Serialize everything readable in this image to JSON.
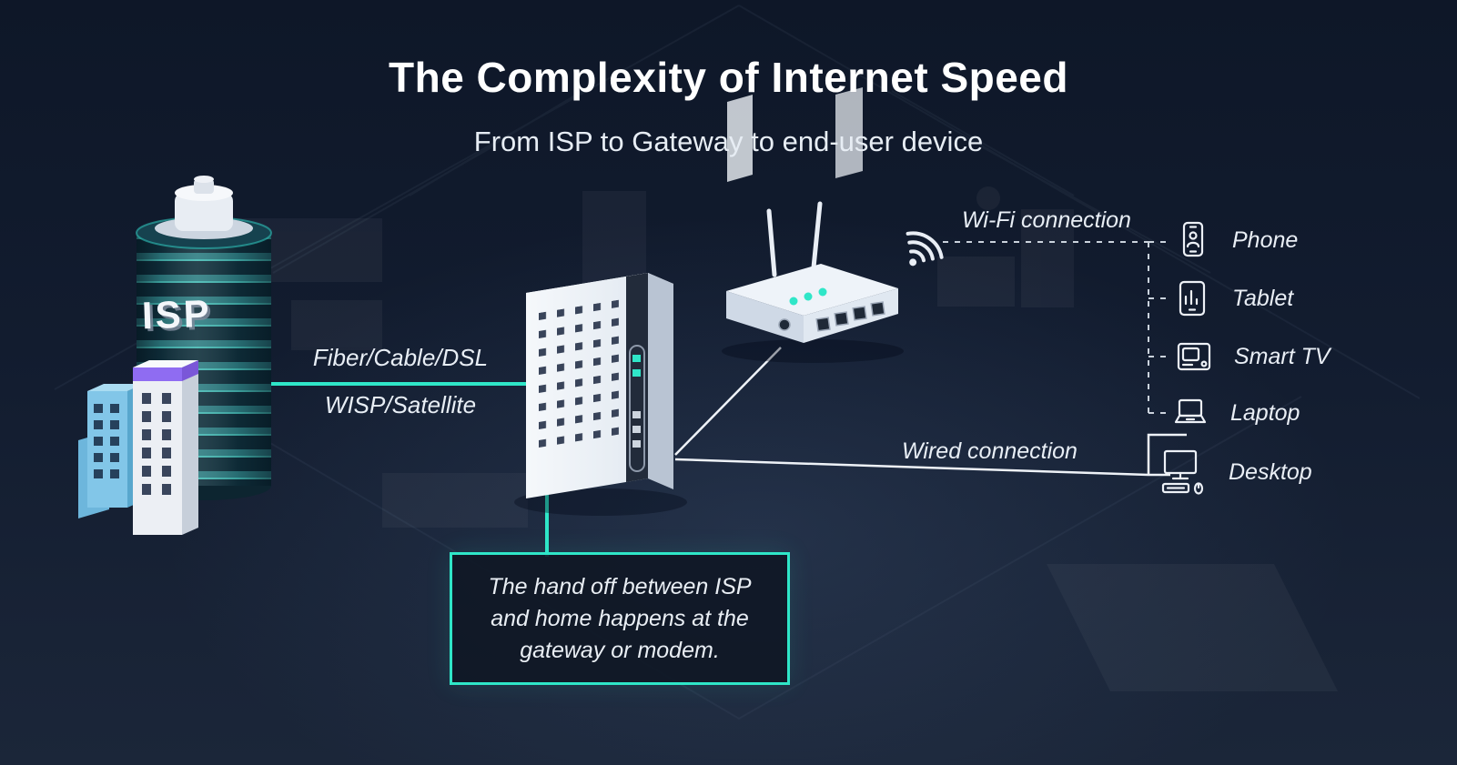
{
  "header": {
    "title": "The Complexity of Internet Speed",
    "subtitle": "From ISP to Gateway to end-user device"
  },
  "isp": {
    "label": "ISP"
  },
  "connections": {
    "isp_link_line1": "Fiber/Cable/DSL",
    "isp_link_line2": "WISP/Satellite",
    "wifi": "Wi-Fi connection",
    "wired": "Wired connection"
  },
  "devices": [
    {
      "label": "Phone"
    },
    {
      "label": "Tablet"
    },
    {
      "label": "Smart TV"
    },
    {
      "label": "Laptop"
    },
    {
      "label": "Desktop"
    }
  ],
  "callout": {
    "lines": [
      "The hand off between ISP",
      "and home happens at the",
      "gateway or modem."
    ]
  },
  "colors": {
    "accent": "#2fe6c8",
    "background": "#131c2e",
    "text": "#ffffff"
  }
}
